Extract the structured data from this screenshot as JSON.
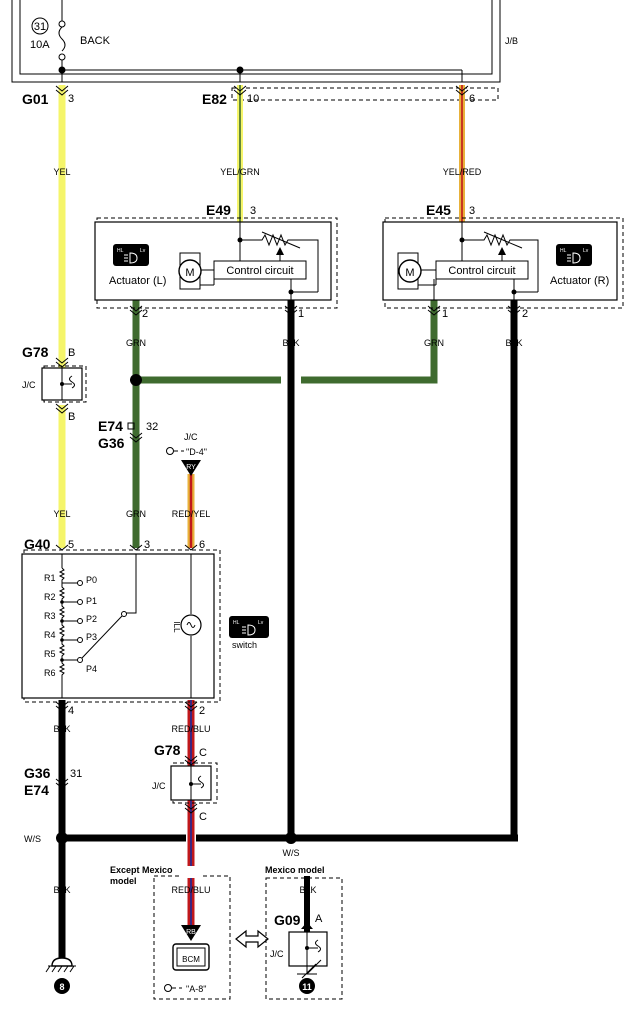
{
  "colors": {
    "yel": "#f5f56a",
    "grn": "#3f6b2f",
    "blk": "#000000",
    "red": "#c0181c",
    "orange": "#e8b23a"
  },
  "fuse": {
    "number": "31",
    "rating": "10A",
    "label": "BACK"
  },
  "junction_block": "J/B",
  "connectors": {
    "g01": "G01",
    "g01_pin": "3",
    "e82": "E82",
    "e82_pin": "10",
    "e82_pin2": "6",
    "e49": "E49",
    "e49_pin_top": "3",
    "e49_pin_l": "2",
    "e49_pin_r": "1",
    "e45": "E45",
    "e45_pin_top": "3",
    "e45_pin_l": "1",
    "e45_pin_r": "2",
    "g78": "G78",
    "g78_pin": "B",
    "e74": "E74",
    "g36": "G36",
    "e74_pin": "32",
    "g40": "G40",
    "g40_pin5": "5",
    "g40_pin3": "3",
    "g40_pin6": "6",
    "g40_pin4": "4",
    "g40_pin2": "2",
    "g78b": "G78",
    "g78b_pin": "C",
    "g36b": "G36",
    "e74b": "E74",
    "g36b_pin": "31",
    "g09": "G09",
    "g09_pin": "A"
  },
  "wires": {
    "yel": "YEL",
    "yel_grn": "YEL/GRN",
    "yel_red": "YEL/RED",
    "grn": "GRN",
    "blk": "BLK",
    "red_yel": "RED/YEL",
    "red_blu": "RED/BLU",
    "ws": "W/S"
  },
  "components": {
    "actuator_l": "Actuator (L)",
    "actuator_r": "Actuator (R)",
    "control_circuit": "Control circuit",
    "motor": "M",
    "jc": "J/C",
    "ill": "ILL",
    "switch": "switch",
    "bcm": "BCM",
    "icon_hl": "HL",
    "icon_lv": "Lv"
  },
  "resistors": [
    "R1",
    "R2",
    "R3",
    "R4",
    "R5",
    "R6"
  ],
  "positions": [
    "P0",
    "P1",
    "P2",
    "P3",
    "P4"
  ],
  "references": {
    "jc": "J/C",
    "d4": "\"D-4\"",
    "ry": "RY",
    "rb": "RB",
    "a8": "\"A-8\""
  },
  "regions": {
    "except_mexico_line1": "Except Mexico",
    "except_mexico_line2": "model",
    "mexico": "Mexico model"
  },
  "grounds": {
    "left": "8",
    "right": "11"
  }
}
